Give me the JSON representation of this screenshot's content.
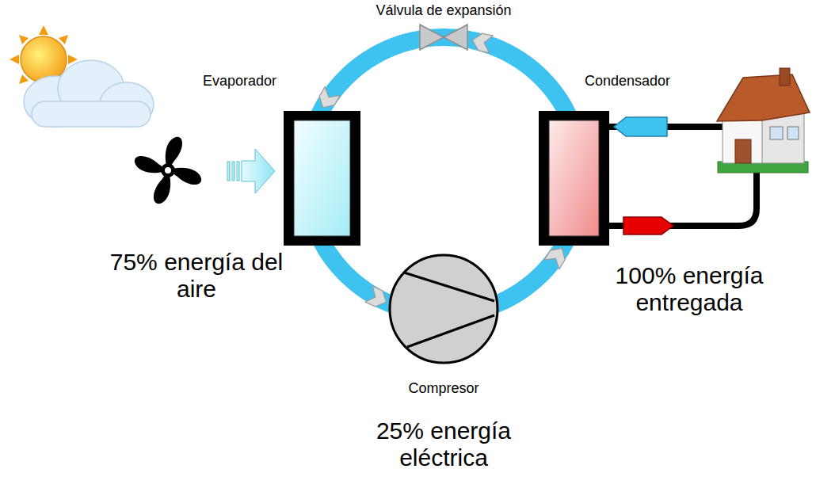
{
  "diagram": {
    "nodes": [
      {
        "text": [
          "Válvula de expansión"
        ]
      },
      {
        "text": [
          "Evaporador"
        ]
      },
      {
        "text": [
          "Condensador"
        ]
      },
      {
        "text": [
          "Compresor"
        ]
      }
    ],
    "edges": [
      {
        "from": 1,
        "to": 3,
        "arrow": "to"
      },
      {
        "from": 3,
        "to": 2,
        "arrow": "to"
      },
      {
        "from": 2,
        "to": 0,
        "arrow": "to"
      },
      {
        "from": 0,
        "to": 1,
        "arrow": "to"
      }
    ],
    "labels": [
      "75% energía del aire",
      "100% energía entregada",
      "25% energía eléctrica"
    ]
  }
}
